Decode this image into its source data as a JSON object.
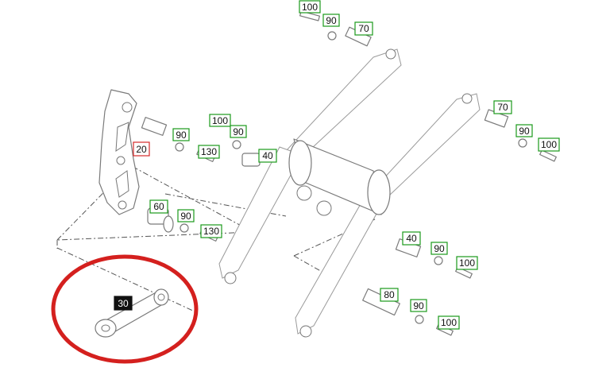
{
  "colors": {
    "callout_border": "#1a9a1a",
    "callout_border_alt": "#d62a2a",
    "callout_fill_selected": "#111111",
    "highlight_ring": "#d4201e",
    "line_art": "#7a7a7a"
  },
  "callouts": [
    {
      "text": "100",
      "style": "normal"
    },
    {
      "text": "90",
      "style": "normal"
    },
    {
      "text": "70",
      "style": "normal"
    },
    {
      "text": "100",
      "style": "normal"
    },
    {
      "text": "90",
      "style": "normal"
    },
    {
      "text": "20",
      "style": "alt"
    },
    {
      "text": "90",
      "style": "normal"
    },
    {
      "text": "130",
      "style": "normal"
    },
    {
      "text": "40",
      "style": "normal"
    },
    {
      "text": "70",
      "style": "normal"
    },
    {
      "text": "90",
      "style": "normal"
    },
    {
      "text": "100",
      "style": "normal"
    },
    {
      "text": "60",
      "style": "normal"
    },
    {
      "text": "90",
      "style": "normal"
    },
    {
      "text": "130",
      "style": "normal"
    },
    {
      "text": "40",
      "style": "normal"
    },
    {
      "text": "90",
      "style": "normal"
    },
    {
      "text": "100",
      "style": "normal"
    },
    {
      "text": "80",
      "style": "normal"
    },
    {
      "text": "90",
      "style": "normal"
    },
    {
      "text": "100",
      "style": "normal"
    },
    {
      "text": "30",
      "style": "selected"
    }
  ]
}
